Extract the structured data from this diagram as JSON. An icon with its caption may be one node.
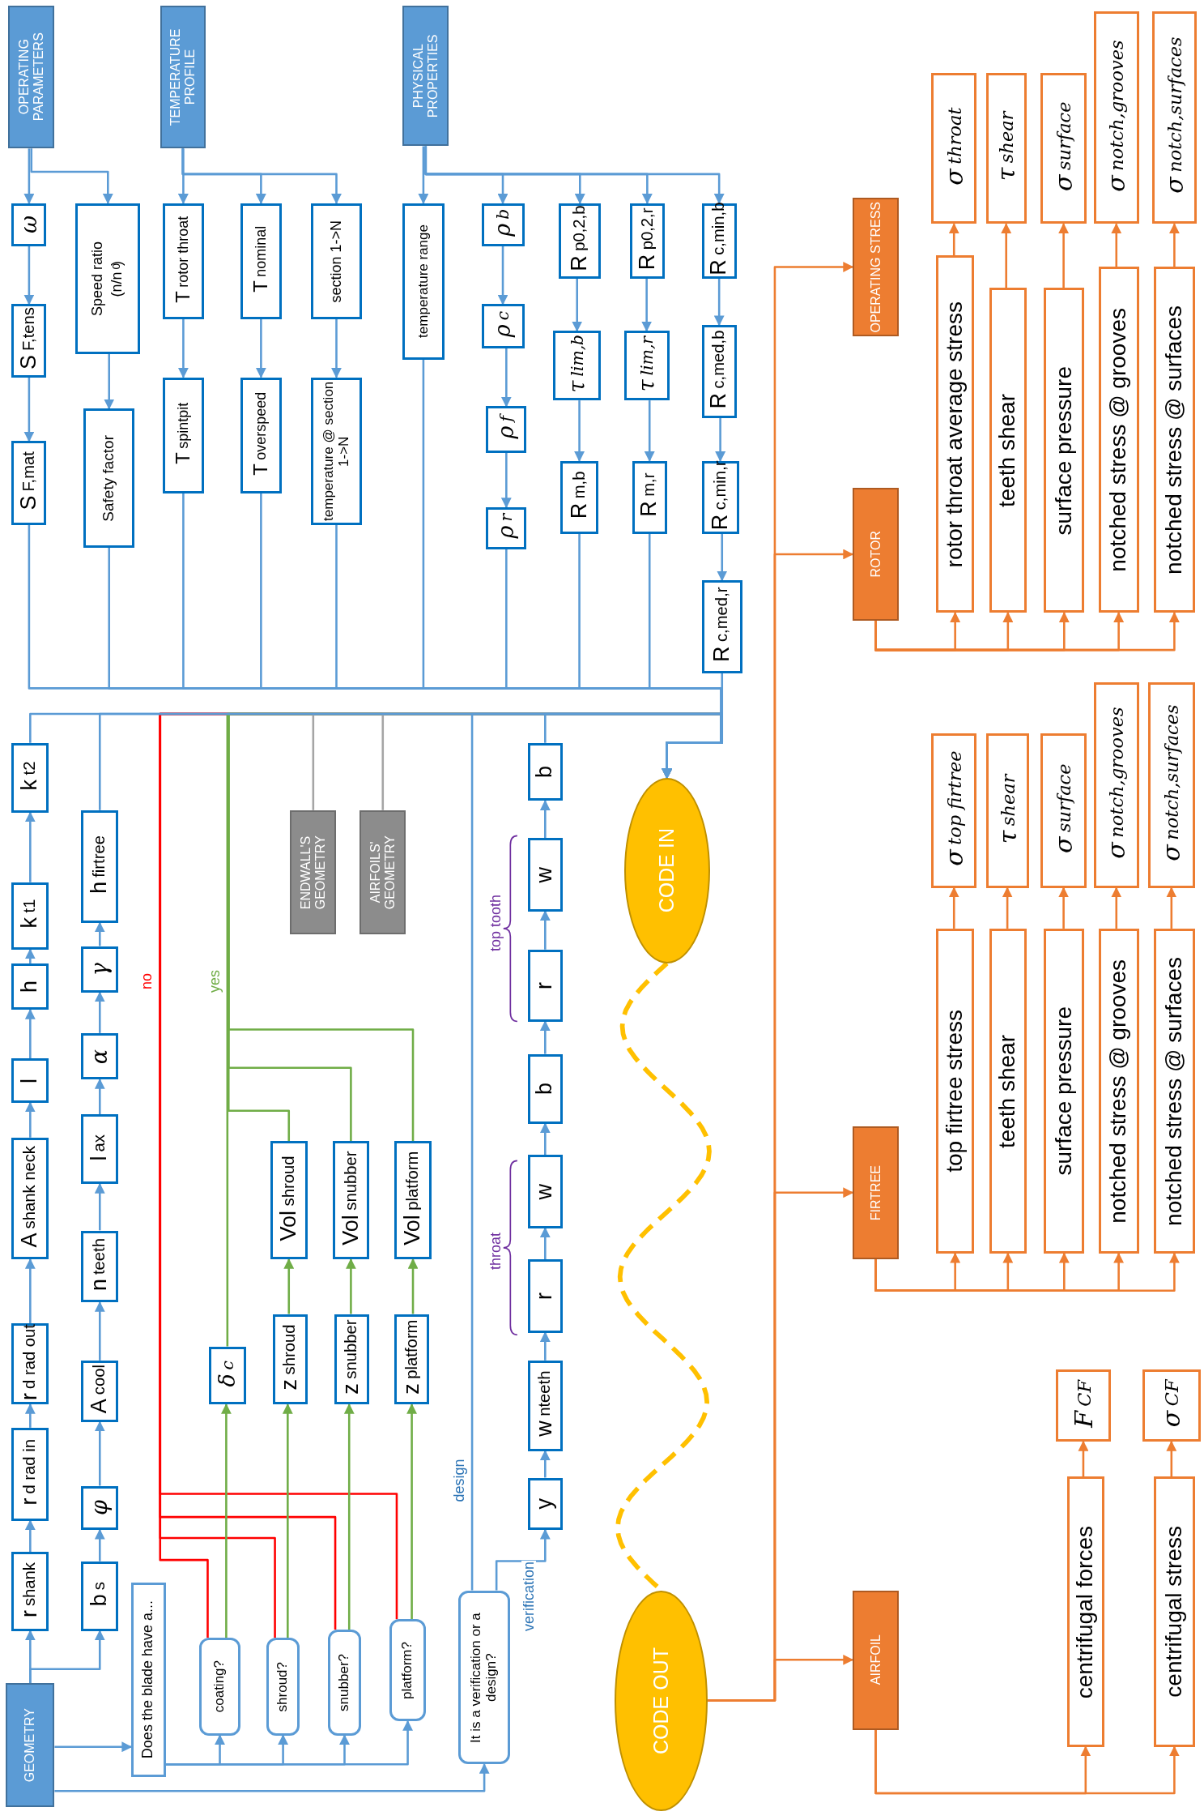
{
  "diagram": {
    "nodes": [
      {
        "text": [
          "OPERATING PARAMETERS"
        ]
      },
      {
        "text": [
          "ω"
        ]
      },
      {
        "text": [
          "S$_{F,tens}$"
        ]
      },
      {
        "text": [
          "S$_{F,mat}$"
        ]
      },
      {
        "text": [
          "Speed ratio",
          "(n/n$_{0}$)"
        ]
      },
      {
        "text": [
          "Safety factor"
        ]
      },
      {
        "text": [
          "TEMPERATURE PROFILE"
        ]
      },
      {
        "text": [
          "T$_{rotor throat}$"
        ]
      },
      {
        "text": [
          "T$_{spintpit}$"
        ]
      },
      {
        "text": [
          "T$_{nominal}$"
        ]
      },
      {
        "text": [
          "T$_{overspeed}$"
        ]
      },
      {
        "text": [
          "section 1->N"
        ]
      },
      {
        "text": [
          "temperature @ section 1->N"
        ]
      },
      {
        "text": [
          "PHYSICAL PROPERTIES"
        ]
      },
      {
        "text": [
          "temperature range"
        ]
      },
      {
        "text": [
          "ρ$_{b}$"
        ]
      },
      {
        "text": [
          "ρ$_{c}$"
        ]
      },
      {
        "text": [
          "ρ$_{f}$"
        ]
      },
      {
        "text": [
          "ρ$_{r}$"
        ]
      },
      {
        "text": [
          "R$_{p0,2,b}$"
        ]
      },
      {
        "text": [
          "τ$_{lim,b}$"
        ]
      },
      {
        "text": [
          "R$_{m,b}$"
        ]
      },
      {
        "text": [
          "R$_{p0,2,r}$"
        ]
      },
      {
        "text": [
          "τ$_{lim,r}$"
        ]
      },
      {
        "text": [
          "R$_{m,r}$"
        ]
      },
      {
        "text": [
          "R$_{c,min,b}$"
        ]
      },
      {
        "text": [
          "R$_{c,med,b}$"
        ]
      },
      {
        "text": [
          "R$_{c,min,r}$"
        ]
      },
      {
        "text": [
          "R$_{c,med,r}$"
        ]
      },
      {
        "text": [
          "GEOMETRY"
        ]
      },
      {
        "text": [
          "r$_{shank}$"
        ]
      },
      {
        "text": [
          "r$_{d rad in}$"
        ]
      },
      {
        "text": [
          "r$_{d rad out}$"
        ]
      },
      {
        "text": [
          "A$_{shank neck}$"
        ]
      },
      {
        "text": [
          "l"
        ]
      },
      {
        "text": [
          "h"
        ]
      },
      {
        "text": [
          "k$_{t1}$"
        ]
      },
      {
        "text": [
          "k$_{t2}$"
        ]
      },
      {
        "text": [
          "b$_{s}$"
        ]
      },
      {
        "text": [
          "φ"
        ]
      },
      {
        "text": [
          "A$_{cool}$"
        ]
      },
      {
        "text": [
          "n$_{teeth}$"
        ]
      },
      {
        "text": [
          "l$_{ax}$"
        ]
      },
      {
        "text": [
          "α"
        ]
      },
      {
        "text": [
          "γ"
        ]
      },
      {
        "text": [
          "h$_{firtree}$"
        ]
      },
      {
        "text": [
          "Does the blade have a..."
        ]
      },
      {
        "text": [
          "coating?"
        ]
      },
      {
        "text": [
          "shroud?"
        ]
      },
      {
        "text": [
          "snubber?"
        ]
      },
      {
        "text": [
          "platform?"
        ]
      },
      {
        "text": [
          "It is a verification or a design?"
        ]
      },
      {
        "text": [
          "δ$_{c}$"
        ]
      },
      {
        "text": [
          "z$_{shroud}$"
        ]
      },
      {
        "text": [
          "z$_{snubber}$"
        ]
      },
      {
        "text": [
          "z$_{platform}$"
        ]
      },
      {
        "text": [
          "Vol$_{shroud}$"
        ]
      },
      {
        "text": [
          "Vol$_{snubber}$"
        ]
      },
      {
        "text": [
          "Vol$_{platform}$"
        ]
      },
      {
        "text": [
          "ENDWALL'S GEOMETRY"
        ]
      },
      {
        "text": [
          "AIRFOILS' GEOMETRY"
        ]
      },
      {
        "text": [
          "y"
        ]
      },
      {
        "text": [
          "w$_{nteeth}$"
        ]
      },
      {
        "text": [
          "r"
        ]
      },
      {
        "text": [
          "w"
        ]
      },
      {
        "text": [
          "b"
        ]
      },
      {
        "text": [
          "r"
        ]
      },
      {
        "text": [
          "w"
        ]
      },
      {
        "text": [
          "b"
        ]
      },
      {
        "text": [
          "CODE IN"
        ]
      },
      {
        "text": [
          "CODE OUT"
        ]
      },
      {
        "text": [
          "OPERATING STRESS"
        ]
      },
      {
        "text": [
          "ROTOR"
        ]
      },
      {
        "text": [
          "FIRTREE"
        ]
      },
      {
        "text": [
          "AIRFOIL"
        ]
      },
      {
        "text": [
          "σ$_{throat}$"
        ]
      },
      {
        "text": [
          "τ$_{shear}$"
        ]
      },
      {
        "text": [
          "σ$_{surface}$"
        ]
      },
      {
        "text": [
          "σ$_{notch,grooves}$"
        ]
      },
      {
        "text": [
          "σ$_{notch,surfaces}$"
        ]
      },
      {
        "text": [
          "rotor throat average stress"
        ]
      },
      {
        "text": [
          "teeth shear"
        ]
      },
      {
        "text": [
          "surface pressure"
        ]
      },
      {
        "text": [
          "notched stress @ grooves"
        ]
      },
      {
        "text": [
          "notched stress @ surfaces"
        ]
      },
      {
        "text": [
          "σ$_{top firtree}$"
        ]
      },
      {
        "text": [
          "τ$_{shear}$"
        ]
      },
      {
        "text": [
          "σ$_{surface}$"
        ]
      },
      {
        "text": [
          "σ$_{notch,grooves}$"
        ]
      },
      {
        "text": [
          "σ$_{notch,surfaces}$"
        ]
      },
      {
        "text": [
          "top firtree stress"
        ]
      },
      {
        "text": [
          "teeth shear"
        ]
      },
      {
        "text": [
          "surface pressure"
        ]
      },
      {
        "text": [
          "notched stress @ grooves"
        ]
      },
      {
        "text": [
          "notched stress @ surfaces"
        ]
      },
      {
        "text": [
          "F$_{CF}$"
        ]
      },
      {
        "text": [
          "σ$_{CF}$"
        ]
      },
      {
        "text": [
          "centrifugal forces"
        ]
      },
      {
        "text": [
          "centrifugal stress"
        ]
      }
    ],
    "edges": [
      {
        "from": 0,
        "to": 1,
        "arrow": "to"
      },
      {
        "from": 0,
        "to": 4,
        "arrow": "to"
      },
      {
        "from": 1,
        "to": 2,
        "arrow": "to"
      },
      {
        "from": 2,
        "to": 3,
        "arrow": "to"
      },
      {
        "from": 4,
        "to": 5,
        "arrow": "to"
      },
      {
        "from": 3,
        "to": 69,
        "arrow": "to"
      },
      {
        "from": 5,
        "to": 69,
        "arrow": "to"
      },
      {
        "from": 6,
        "to": 7,
        "arrow": "to"
      },
      {
        "from": 6,
        "to": 9,
        "arrow": "to"
      },
      {
        "from": 6,
        "to": 11,
        "arrow": "to"
      },
      {
        "from": 7,
        "to": 8,
        "arrow": "to"
      },
      {
        "from": 9,
        "to": 10,
        "arrow": "to"
      },
      {
        "from": 11,
        "to": 12,
        "arrow": "to"
      },
      {
        "from": 8,
        "to": 69,
        "arrow": "to"
      },
      {
        "from": 10,
        "to": 69,
        "arrow": "to"
      },
      {
        "from": 12,
        "to": 69,
        "arrow": "to"
      },
      {
        "from": 13,
        "to": 14,
        "arrow": "to"
      },
      {
        "from": 13,
        "to": 15,
        "arrow": "to"
      },
      {
        "from": 13,
        "to": 19,
        "arrow": "to"
      },
      {
        "from": 13,
        "to": 22,
        "arrow": "to"
      },
      {
        "from": 13,
        "to": 25,
        "arrow": "to"
      },
      {
        "from": 15,
        "to": 16,
        "arrow": "to"
      },
      {
        "from": 16,
        "to": 17,
        "arrow": "to"
      },
      {
        "from": 17,
        "to": 18,
        "arrow": "to"
      },
      {
        "from": 19,
        "to": 20,
        "arrow": "to"
      },
      {
        "from": 20,
        "to": 21,
        "arrow": "to"
      },
      {
        "from": 22,
        "to": 23,
        "arrow": "to"
      },
      {
        "from": 23,
        "to": 24,
        "arrow": "to"
      },
      {
        "from": 25,
        "to": 26,
        "arrow": "to"
      },
      {
        "from": 26,
        "to": 27,
        "arrow": "to"
      },
      {
        "from": 27,
        "to": 28,
        "arrow": "to"
      },
      {
        "from": 14,
        "to": 69,
        "arrow": "to"
      },
      {
        "from": 18,
        "to": 69,
        "arrow": "to"
      },
      {
        "from": 21,
        "to": 69,
        "arrow": "to"
      },
      {
        "from": 24,
        "to": 69,
        "arrow": "to"
      },
      {
        "from": 28,
        "to": 69,
        "arrow": "to"
      },
      {
        "from": 29,
        "to": 30,
        "arrow": "to"
      },
      {
        "from": 30,
        "to": 31,
        "arrow": "to"
      },
      {
        "from": 31,
        "to": 32,
        "arrow": "to"
      },
      {
        "from": 32,
        "to": 33,
        "arrow": "to"
      },
      {
        "from": 33,
        "to": 34,
        "arrow": "to"
      },
      {
        "from": 34,
        "to": 35,
        "arrow": "to"
      },
      {
        "from": 35,
        "to": 36,
        "arrow": "to"
      },
      {
        "from": 36,
        "to": 37,
        "arrow": "to"
      },
      {
        "from": 37,
        "to": 69,
        "arrow": "to"
      },
      {
        "from": 29,
        "to": 38,
        "arrow": "to"
      },
      {
        "from": 38,
        "to": 39,
        "arrow": "to"
      },
      {
        "from": 39,
        "to": 40,
        "arrow": "to"
      },
      {
        "from": 40,
        "to": 41,
        "arrow": "to"
      },
      {
        "from": 41,
        "to": 42,
        "arrow": "to"
      },
      {
        "from": 42,
        "to": 43,
        "arrow": "to"
      },
      {
        "from": 43,
        "to": 44,
        "arrow": "to"
      },
      {
        "from": 44,
        "to": 45,
        "arrow": "to"
      },
      {
        "from": 45,
        "to": 69,
        "arrow": "to"
      },
      {
        "from": 29,
        "to": 46,
        "arrow": "to"
      },
      {
        "from": 29,
        "to": 51,
        "arrow": "to"
      },
      {
        "from": 46,
        "to": 47,
        "arrow": "to"
      },
      {
        "from": 46,
        "to": 48,
        "arrow": "to"
      },
      {
        "from": 46,
        "to": 49,
        "arrow": "to"
      },
      {
        "from": 46,
        "to": 50,
        "arrow": "to"
      },
      {
        "from": 47,
        "to": 69,
        "arrow": "to",
        "label": "no",
        "color": "#ff0000"
      },
      {
        "from": 48,
        "to": 69,
        "arrow": "to",
        "color": "#ff0000"
      },
      {
        "from": 49,
        "to": 69,
        "arrow": "to",
        "color": "#ff0000"
      },
      {
        "from": 50,
        "to": 69,
        "arrow": "to",
        "color": "#ff0000"
      },
      {
        "from": 47,
        "to": 52,
        "arrow": "to",
        "color": "#70ad47"
      },
      {
        "from": 48,
        "to": 53,
        "arrow": "to",
        "color": "#70ad47"
      },
      {
        "from": 49,
        "to": 54,
        "arrow": "to",
        "color": "#70ad47"
      },
      {
        "from": 50,
        "to": 55,
        "arrow": "to",
        "color": "#70ad47"
      },
      {
        "from": 53,
        "to": 56,
        "arrow": "to",
        "color": "#70ad47"
      },
      {
        "from": 54,
        "to": 57,
        "arrow": "to",
        "color": "#70ad47"
      },
      {
        "from": 55,
        "to": 58,
        "arrow": "to",
        "color": "#70ad47"
      },
      {
        "from": 52,
        "to": 69,
        "arrow": "to",
        "label": "yes",
        "color": "#70ad47"
      },
      {
        "from": 56,
        "to": 69,
        "arrow": "to",
        "color": "#70ad47"
      },
      {
        "from": 57,
        "to": 69,
        "arrow": "to",
        "color": "#70ad47"
      },
      {
        "from": 58,
        "to": 69,
        "arrow": "to",
        "color": "#70ad47"
      },
      {
        "from": 59,
        "to": 69,
        "arrow": "to",
        "color": "#a5a5a5"
      },
      {
        "from": 60,
        "to": 69,
        "arrow": "to",
        "color": "#a5a5a5"
      },
      {
        "from": 51,
        "to": 69,
        "arrow": "to",
        "label": "design"
      },
      {
        "from": 51,
        "to": 61,
        "arrow": "to",
        "label": "verification"
      },
      {
        "from": 61,
        "to": 62,
        "arrow": "to"
      },
      {
        "from": 62,
        "to": 63,
        "arrow": "to"
      },
      {
        "from": 63,
        "to": 64,
        "arrow": "to"
      },
      {
        "from": 64,
        "to": 65,
        "arrow": "to"
      },
      {
        "from": 65,
        "to": 66,
        "arrow": "to"
      },
      {
        "from": 66,
        "to": 67,
        "arrow": "to"
      },
      {
        "from": 67,
        "to": 68,
        "arrow": "to"
      },
      {
        "from": 68,
        "to": 69,
        "arrow": "to"
      },
      {
        "from": 69,
        "to": 70,
        "arrow": "none",
        "style": "dashed",
        "color": "#ffc000"
      },
      {
        "from": 70,
        "to": 71,
        "arrow": "to",
        "color": "#ed7d31"
      },
      {
        "from": 70,
        "to": 72,
        "arrow": "to",
        "color": "#ed7d31"
      },
      {
        "from": 70,
        "to": 73,
        "arrow": "to",
        "color": "#ed7d31"
      },
      {
        "from": 70,
        "to": 74,
        "arrow": "to",
        "color": "#ed7d31"
      },
      {
        "from": 72,
        "to": 80,
        "arrow": "to",
        "color": "#ed7d31"
      },
      {
        "from": 72,
        "to": 81,
        "arrow": "to",
        "color": "#ed7d31"
      },
      {
        "from": 72,
        "to": 82,
        "arrow": "to",
        "color": "#ed7d31"
      },
      {
        "from": 72,
        "to": 83,
        "arrow": "to",
        "color": "#ed7d31"
      },
      {
        "from": 72,
        "to": 84,
        "arrow": "to",
        "color": "#ed7d31"
      },
      {
        "from": 80,
        "to": 75,
        "arrow": "to",
        "color": "#ed7d31"
      },
      {
        "from": 81,
        "to": 76,
        "arrow": "to",
        "color": "#ed7d31"
      },
      {
        "from": 82,
        "to": 77,
        "arrow": "to",
        "color": "#ed7d31"
      },
      {
        "from": 83,
        "to": 78,
        "arrow": "to",
        "color": "#ed7d31"
      },
      {
        "from": 84,
        "to": 79,
        "arrow": "to",
        "color": "#ed7d31"
      },
      {
        "from": 73,
        "to": 90,
        "arrow": "to",
        "color": "#ed7d31"
      },
      {
        "from": 73,
        "to": 91,
        "arrow": "to",
        "color": "#ed7d31"
      },
      {
        "from": 73,
        "to": 92,
        "arrow": "to",
        "color": "#ed7d31"
      },
      {
        "from": 73,
        "to": 93,
        "arrow": "to",
        "color": "#ed7d31"
      },
      {
        "from": 73,
        "to": 94,
        "arrow": "to",
        "color": "#ed7d31"
      },
      {
        "from": 90,
        "to": 85,
        "arrow": "to",
        "color": "#ed7d31"
      },
      {
        "from": 91,
        "to": 86,
        "arrow": "to",
        "color": "#ed7d31"
      },
      {
        "from": 92,
        "to": 87,
        "arrow": "to",
        "color": "#ed7d31"
      },
      {
        "from": 93,
        "to": 88,
        "arrow": "to",
        "color": "#ed7d31"
      },
      {
        "from": 94,
        "to": 89,
        "arrow": "to",
        "color": "#ed7d31"
      },
      {
        "from": 74,
        "to": 97,
        "arrow": "to",
        "color": "#ed7d31"
      },
      {
        "from": 74,
        "to": 98,
        "arrow": "to",
        "color": "#ed7d31"
      },
      {
        "from": 97,
        "to": 95,
        "arrow": "to",
        "color": "#ed7d31"
      },
      {
        "from": 98,
        "to": 96,
        "arrow": "to",
        "color": "#ed7d31"
      }
    ],
    "labels": [
      "throat",
      "top tooth"
    ]
  }
}
